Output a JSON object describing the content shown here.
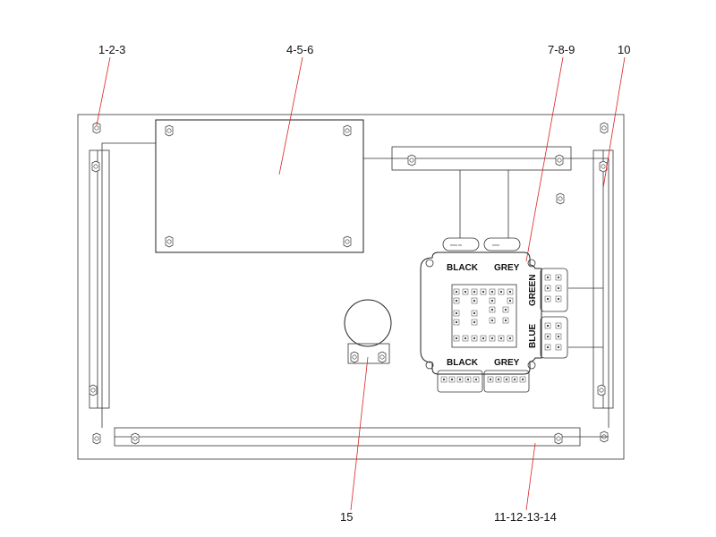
{
  "callouts": {
    "c1": "1-2-3",
    "c2": "4-5-6",
    "c3": "7-8-9",
    "c4": "10",
    "c5": "11-12-13-14",
    "c6": "15"
  },
  "module_labels": {
    "black_top": "BLACK",
    "grey_top": "GREY",
    "black_bottom": "BLACK",
    "grey_bottom": "GREY",
    "green": "GREEN",
    "blue": "BLUE"
  },
  "colors": {
    "leader": "#dd2222",
    "outline": "#333333"
  }
}
